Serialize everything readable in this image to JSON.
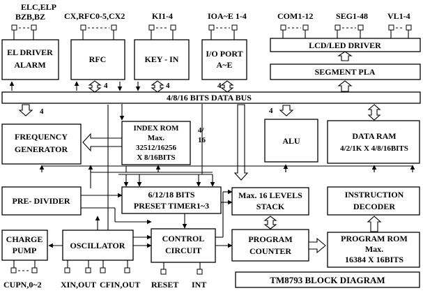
{
  "pins_top": {
    "el_line1": "ELC,ELP",
    "el_line2": "BZB,BZ",
    "rfc": "CX,RFC0-5,CX2",
    "key": "KI1-4",
    "ioa": "IOA~E 1-4",
    "com": "COM1-12",
    "seg": "SEG1-48",
    "vl": "VL1-4"
  },
  "blocks": {
    "el_driver": [
      "EL DRIVER",
      "ALARM"
    ],
    "rfc": "RFC",
    "key_in": "KEY - IN",
    "io_port": [
      "I/O PORT",
      "A~E"
    ],
    "lcd_driver": "LCD/LED DRIVER",
    "segment_pla": "SEGMENT PLA",
    "data_bus": "4/8/16 BITS DATA BUS",
    "freq_gen": [
      "FREQUENCY",
      "GENERATOR"
    ],
    "index_rom": [
      "INDEX ROM",
      "Max.",
      "32512/16256",
      "X 8/16BITS"
    ],
    "alu": "ALU",
    "data_ram": [
      "DATA RAM",
      "4/2/1K X 4/8/16BITS"
    ],
    "pre_divider": "PRE- DIVIDER",
    "preset_timer": [
      "6/12/18 BITS",
      "PRESET TIMER1~3"
    ],
    "stack": [
      "Max. 16 LEVELS",
      "STACK"
    ],
    "instr_decoder": [
      "INSTRUCTION",
      "DECODER"
    ],
    "charge_pump": [
      "CHARGE",
      "PUMP"
    ],
    "oscillator": "OSCILLATOR",
    "control": [
      "CONTROL",
      "CIRCUIT"
    ],
    "prog_counter": [
      "PROGRAM",
      "COUNTER"
    ],
    "prog_rom": [
      "PROGRAM ROM",
      "Max.",
      "16384 X 16BITS"
    ]
  },
  "bus_labels": {
    "four": "4",
    "bus_width": [
      "4/",
      "16"
    ]
  },
  "pins_bottom": {
    "cupn": "CUPN,0~2",
    "xin": "XIN,OUT",
    "cfin": "CFIN,OUT",
    "reset": "RESET",
    "int": "INT"
  },
  "caption": "TM8793 BLOCK DIAGRAM"
}
